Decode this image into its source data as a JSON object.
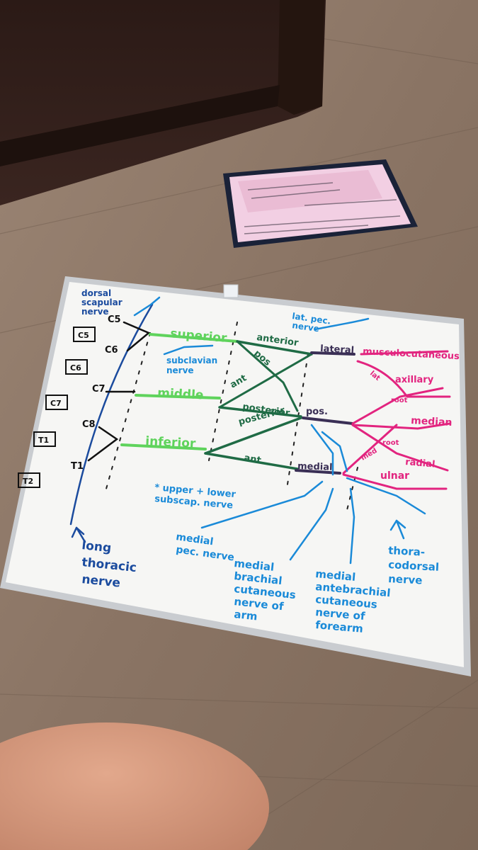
{
  "colors": {
    "spinal": "#1b4b9e",
    "trunks": "#5fd35c",
    "divisions": "#1f6b45",
    "cords": "#3a2f55",
    "branches": "#e2247f",
    "nerves": "#1a8ad8",
    "roots": "#111111"
  },
  "roots": {
    "boxes": [
      "C5",
      "C6",
      "C7",
      "T1",
      "T2"
    ],
    "labels": [
      "C5",
      "C6",
      "C7",
      "C8",
      "T1"
    ]
  },
  "trunks": [
    "superior",
    "middle",
    "inferior"
  ],
  "divisions": [
    "anterior",
    "pos",
    "ant",
    "posterior",
    "posterior",
    "ant."
  ],
  "cords": [
    "lateral",
    "pos.",
    "medial"
  ],
  "branch_labels": [
    "lat",
    "root",
    "root",
    "med"
  ],
  "terminal_branches": [
    "musculocutaneous",
    "axillary",
    "median",
    "radial",
    "ulnar"
  ],
  "side_nerves": {
    "dorsal_scapular": [
      "dorsal",
      "scapular",
      "nerve"
    ],
    "subclavian": [
      "subclavian",
      "nerve"
    ],
    "lateral_pec": [
      "lat. pec.",
      "nerve"
    ],
    "subscap": [
      "* upper + lower",
      "subscap. nerve"
    ],
    "long_thoracic": [
      "long",
      "thoracic",
      "nerve"
    ],
    "medial_pec": [
      "medial",
      "pec. nerve"
    ],
    "medial_brachial": [
      "medial",
      "brachial",
      "cutaneous",
      "nerve of",
      "arm"
    ],
    "medial_antebrachial": [
      "medial",
      "antebrachial",
      "cutaneous",
      "nerve of",
      "forearm"
    ],
    "thoracodorsal": [
      "thora-",
      "codorsal",
      "nerve"
    ]
  }
}
